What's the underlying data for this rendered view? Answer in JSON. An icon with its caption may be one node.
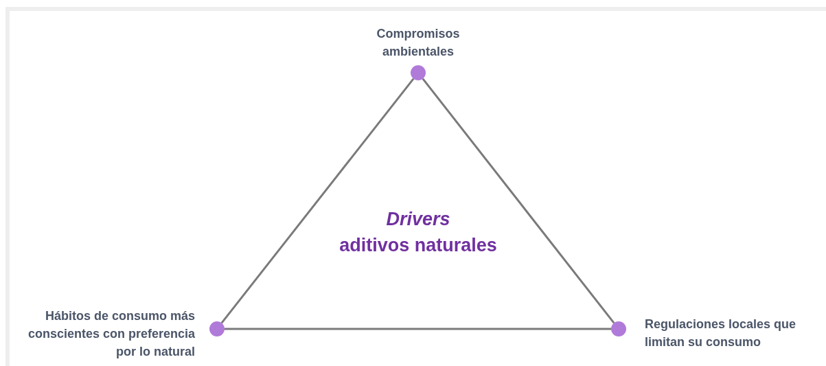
{
  "diagram": {
    "nodes": [
      {
        "text": [],
        "shape": "circle",
        "beside": [
          "Compromisos ambientales"
        ]
      },
      {
        "text": [],
        "shape": "circle",
        "beside": [
          "Hábitos de consumo más conscientes con preferencia por lo natural"
        ]
      },
      {
        "text": [],
        "shape": "circle",
        "beside": [
          "Regulaciones locales que limitan su consumo"
        ]
      }
    ],
    "edges": [
      {
        "from": 0,
        "to": 1,
        "arrow": "none"
      },
      {
        "from": 1,
        "to": 2,
        "arrow": "none"
      },
      {
        "from": 2,
        "to": 0,
        "arrow": "none"
      }
    ],
    "labels": [
      "*Drivers* aditivos naturales"
    ]
  }
}
